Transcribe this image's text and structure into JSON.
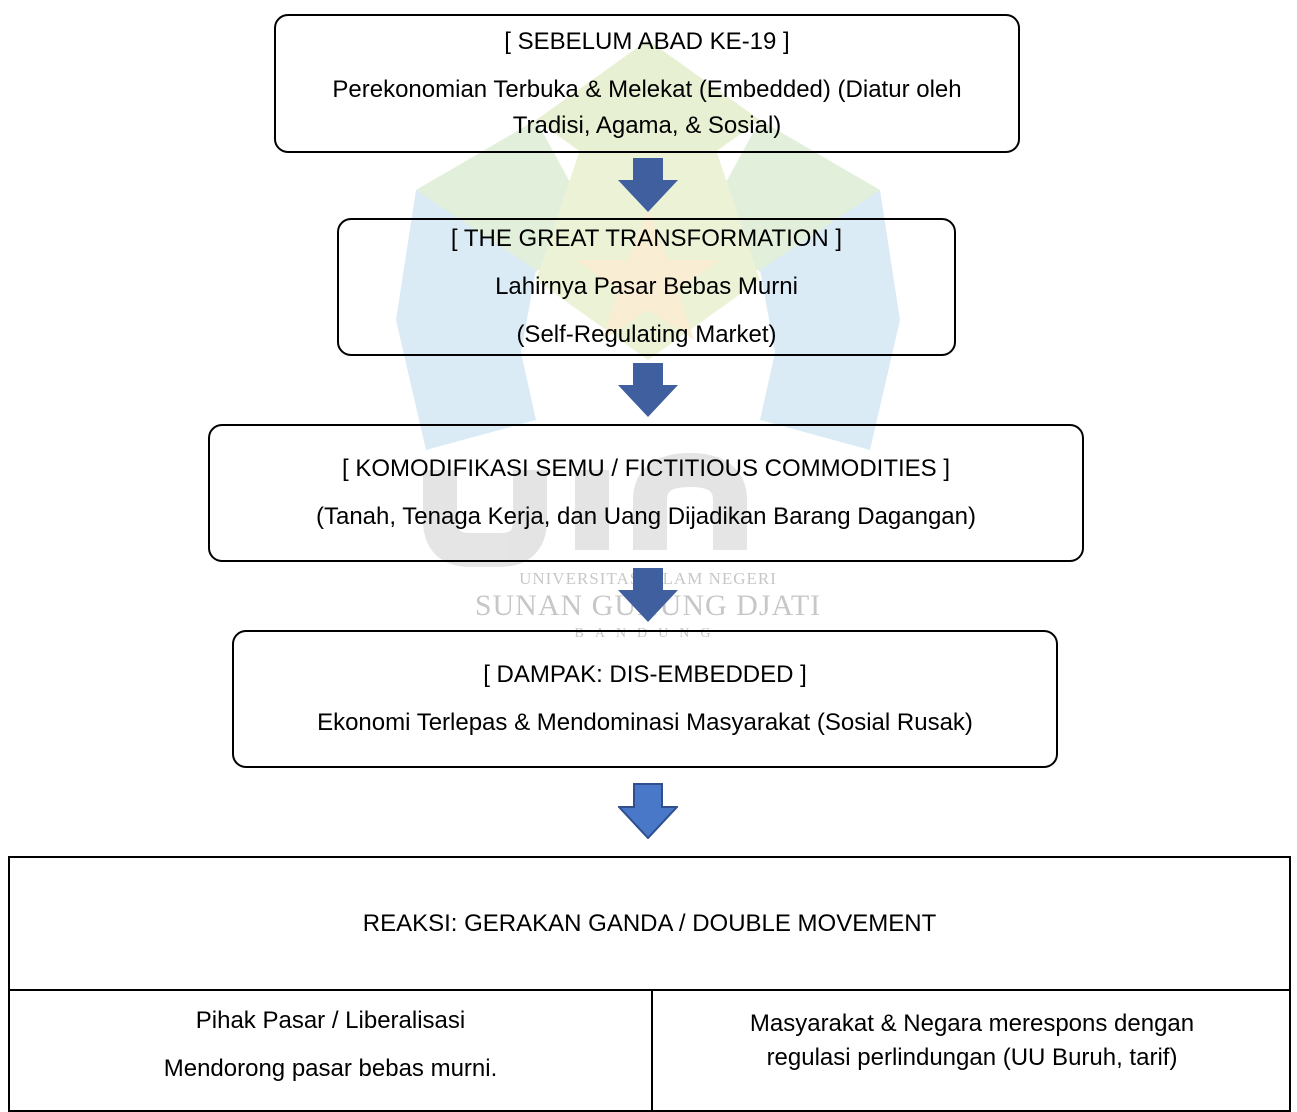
{
  "flow": {
    "stage1": {
      "title": "[ SEBELUM ABAD KE-19 ]",
      "line1": "Perekonomian Terbuka & Melekat (Embedded) (Diatur oleh",
      "line2": "Tradisi, Agama, & Sosial)"
    },
    "stage2": {
      "title": "[ THE GREAT TRANSFORMATION ]",
      "line1": "Lahirnya Pasar Bebas Murni",
      "line2": "(Self-Regulating Market)"
    },
    "stage3": {
      "title": "[ KOMODIFIKASI SEMU / FICTITIOUS COMMODITIES ]",
      "line1": "(Tanah, Tenaga Kerja, dan Uang Dijadikan Barang Dagangan)"
    },
    "stage4": {
      "title": "[ DAMPAK: DIS-EMBEDDED ]",
      "line1": "Ekonomi Terlepas & Mendominasi Masyarakat (Sosial Rusak)"
    },
    "reaction": {
      "header": "REAKSI: GERAKAN GANDA / DOUBLE MOVEMENT",
      "left": {
        "line1": "Pihak Pasar / Liberalisasi",
        "line2": "Mendorong pasar bebas murni."
      },
      "right": {
        "line1": "Masyarakat & Negara merespons dengan",
        "line2": "regulasi perlindungan (UU Buruh, tarif)"
      }
    }
  },
  "watermark": {
    "text_logo": "UIN",
    "line1": "UNIVERSITAS ISLAM NEGERI",
    "line2": "SUNAN GUNUNG DJATI",
    "line3": "BANDUNG"
  },
  "colors": {
    "arrow_filled": "#3f5f9f",
    "arrow_outline_fill": "#4a78c8",
    "arrow_outline_stroke": "#2f4f8f"
  }
}
